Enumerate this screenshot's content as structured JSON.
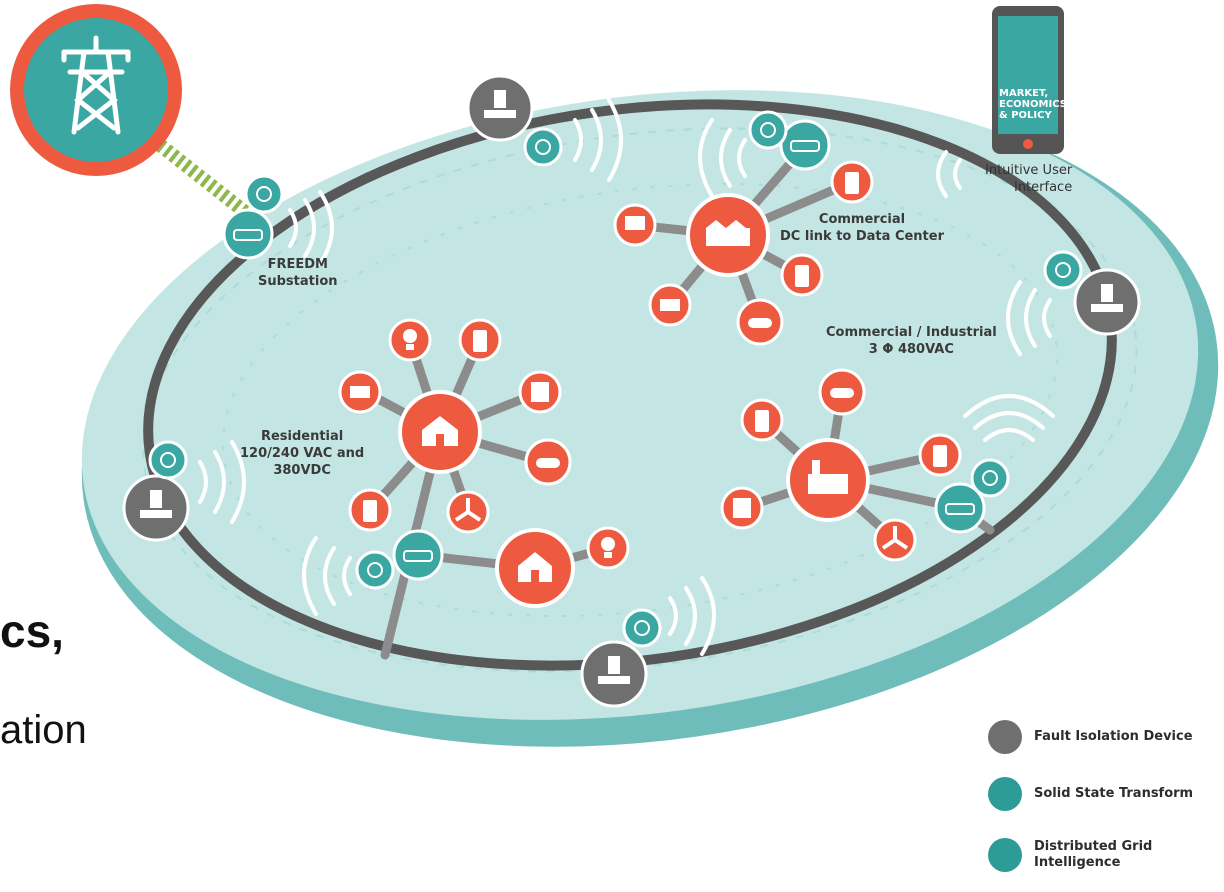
{
  "labels": {
    "substation": [
      "FREEDM",
      "Substation"
    ],
    "commercial_dc": [
      "Commercial",
      "DC link to Data Center"
    ],
    "commercial_industrial": [
      "Commercial / Industrial",
      "3 Φ 480VAC"
    ],
    "residential": [
      "Residential",
      "120/240 VAC and",
      "380VDC"
    ],
    "user_interface": [
      "Intuitive User",
      "Interface"
    ]
  },
  "tablet": [
    "MARKET,",
    "ECONOMICS",
    "& POLICY"
  ],
  "legend": [
    {
      "label": "Fault Isolation Device",
      "color": "#6f6f6f"
    },
    {
      "label": "Solid State Transform",
      "color": "#2d9b98"
    },
    {
      "label": "Distributed Grid",
      "label2": "Intelligence",
      "color": "#2d9b98"
    }
  ],
  "slide_text": {
    "line1": "cs,",
    "line2": "ation"
  },
  "colors": {
    "teal": "#3aa7a3",
    "orange": "#ee5a3f",
    "gray": "#6f6f6f",
    "ring": "#555555",
    "disk": "#bfe3e2",
    "disk_edge": "#7cc2bf"
  }
}
